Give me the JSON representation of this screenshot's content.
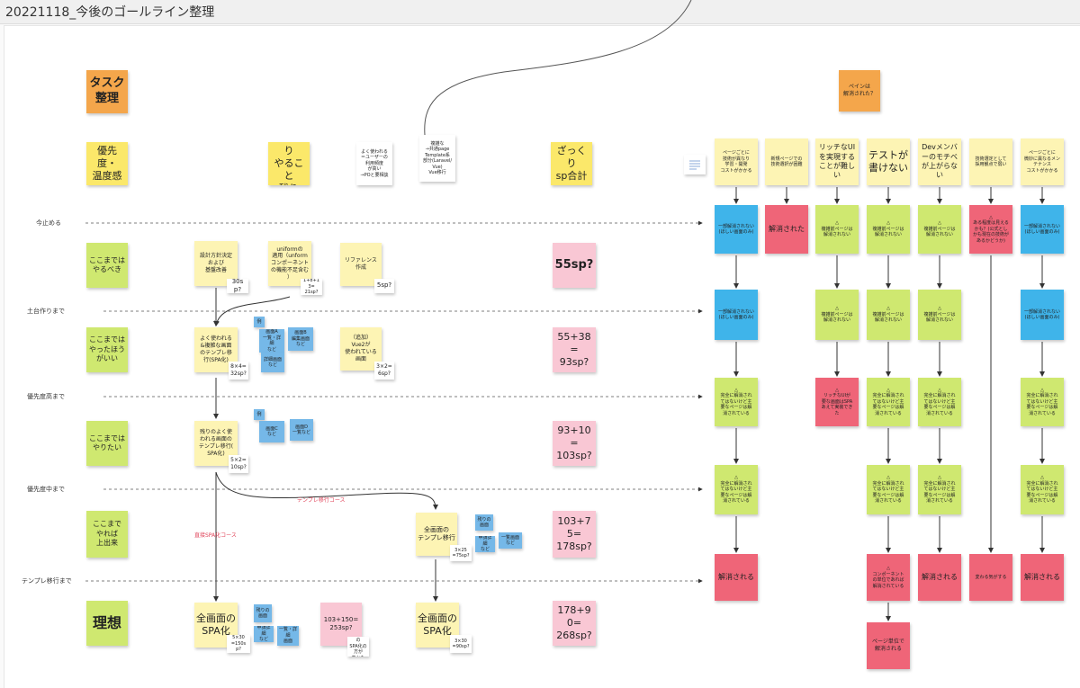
{
  "window": {
    "title": "20221118_今後のゴールライン整理"
  },
  "headers": {
    "task": "タスク\n整理",
    "priority": "優先度・\n温度感",
    "rough": "ざっくり\nやること\n残り",
    "note1": "よく使われる\n＝ユーザーの\n利用頻度\nが高い\n→POと要相談",
    "note2": "複雑な\n→共通page\nTemplate系\n部分(Laravel/\nVue)\nVue移行",
    "sp_total": "ざっくり\nsp合計",
    "pain": "ペインは\n解消された？"
  },
  "milestones": [
    "今止める",
    "土台作りまで",
    "優先度高まで",
    "優先度中まで",
    "テンプレ移行まで"
  ],
  "priority_rows": [
    "ここまでは\nやるべき",
    "ここまでは\nやったほう\nがいい",
    "ここまでは\nやりたい",
    "ここまで\nやれば\n上出来",
    "理想"
  ],
  "tasks": {
    "t1": "設計方針決定\nおよび\n基盤改善",
    "t1_sp": "30sp?",
    "t2": "uniformの\n適用（unform\nコンポーネント\nの機能不足含む\n）",
    "t2_sp": "1+8+13=\n21sp?",
    "t3": "リファレンス\n作成",
    "t3_sp": "5sp?",
    "t4": "よく使われる\n&複雑な画面\nのテンプレ移\n行(SPA化)",
    "t4_sp": "8×4=\n32sp?",
    "t5": "（追加）\nVue2が\n使われている\n画面",
    "t5_sp": "3×2=\n6sp?",
    "t6": "残りのよく使\nわれる画面の\nテンプレ移行(\nSPA化)",
    "t6_sp": "5×2=\n10sp?",
    "t7": "全画面の\nテンプレ移行",
    "t7_sp": "3×25\n=75sp?",
    "t8": "全画面の\nSPA化",
    "t8_sp": "5×30\n=150sp?",
    "t9": "全画面の\nSPA化",
    "t9_sp": "3×30\n=90sp?",
    "t10": "103+150=\n253sp?",
    "t10_note": "現状からの\nSPA化の方が\n楽かも"
  },
  "sp_sums": [
    "55sp?",
    "55+38=\n93sp?",
    "93+10=\n103sp?",
    "103+75=\n178sp?",
    "178+90=\n268sp?"
  ],
  "blue_notes": {
    "b1": "例",
    "b2": "画面A\n一覧・詳細\nなど",
    "b3": "画面B\n編集画面\nなど",
    "b4": "詳細画面\nなど",
    "b5": "例",
    "b6": "画面C\nなど",
    "b7": "画面D\n一覧など",
    "b8": "残りの\n画面",
    "b9": "申請詳細\nなど",
    "b10": "一覧画面\nなど",
    "b11": "残りの\n画面",
    "b12": "申請詳細\nなど",
    "b13": "一覧・詳細\n画面"
  },
  "arrow_labels": {
    "template_course": "テンプレ移行コース",
    "spa_course": "直接SPA化コース"
  },
  "pains": [
    "ページごとに\n技術が異なり\n学習・開発\nコストがかかる",
    "新規ページでの\n技術選択が困難",
    "リッチなUI\nを実現する\nことが難し\nい",
    "テストが\n書けない",
    "Devメンバ\nーのモチベ\nが上がらな\nい",
    "技術選定として\n採用観点で弱い",
    "ページごとに\n微妙に異なるメン\nテナンス\nコストがかかる"
  ],
  "pain_status": {
    "partial": "一部解消されない\n(ほしい画面のみ)",
    "solved": "解消された",
    "unsolved_top": "△\n複雑前ページは\n解消されない",
    "unsolved_mid": "△\n複雑前ページは\n解消されない",
    "rich": "△\nリッチなUIが\n要な画面はSPA\nあえて実装でき\nた",
    "complete": "△\n完全に解消され\nてはないけど主\n要なページは解\n消されている",
    "resolved": "解消される",
    "component": "△\nコンポーネント\nの単位であれば\n解消されている",
    "page_unit": "ページ単位で\n解消される",
    "tech_red": "△\nある程度は見える\nかも？(公式とし\nかも現在の技術が\nあるかどうか)",
    "visible": "変わる気がする"
  },
  "colors": {
    "accent_pink": "#e0445a",
    "arrow": "#333333"
  }
}
